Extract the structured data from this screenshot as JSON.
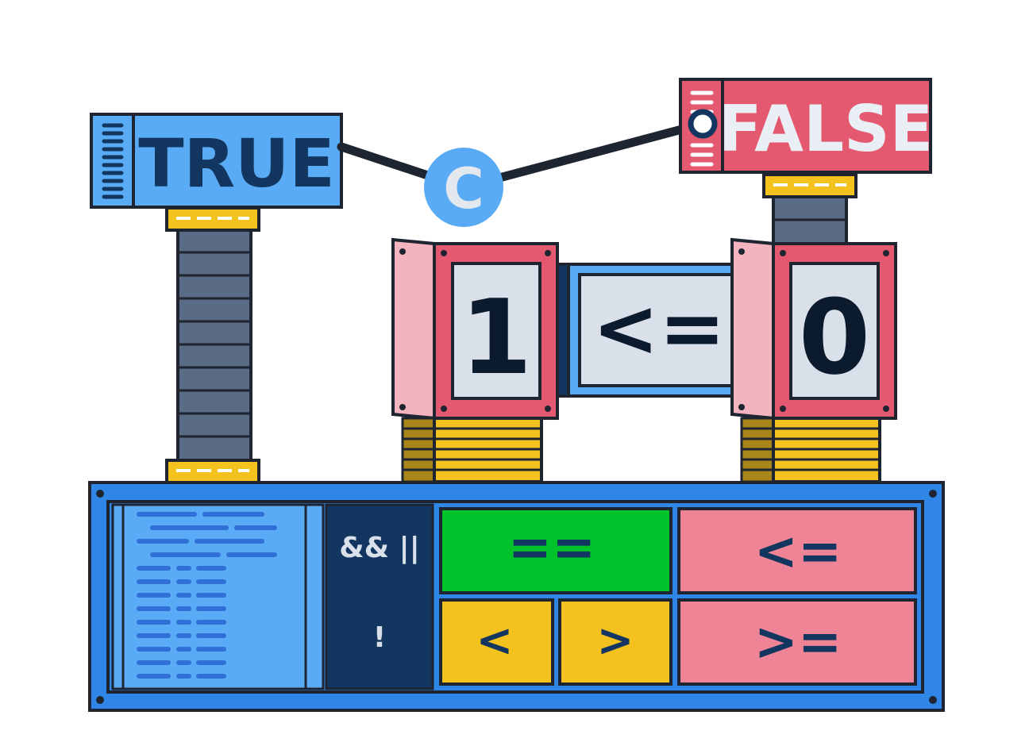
{
  "labels": {
    "true_sign": "TRUE",
    "false_sign": "FALSE",
    "pivot": "C",
    "left_operand": "1",
    "operator": "<=",
    "right_operand": "0"
  },
  "console": {
    "logic_ops": "&& ||",
    "not_op": "!",
    "buttons": {
      "eq": "==",
      "le": "<=",
      "lt": "<",
      "gt": ">",
      "ge": ">="
    }
  },
  "colors": {
    "true_blue": "#5aabf5",
    "navy": "#12365f",
    "false_red": "#e45870",
    "pink": "#f3b4c0",
    "gold": "#f4c21f",
    "green": "#00c22a",
    "panel_pink": "#ee8496",
    "steel": "#5a6c85",
    "console_blue": "#2f86e6"
  },
  "icons": {
    "pivot_knob": "circle-c-icon",
    "vent": "vent-lines-icon"
  }
}
